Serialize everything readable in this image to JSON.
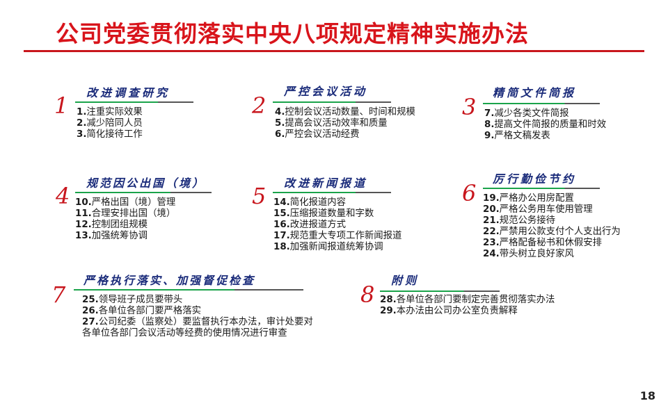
{
  "title": "公司党委贯彻落实中央八项规定精神实施办法",
  "page_number": "18",
  "colors": {
    "title": "#d8141b",
    "numeral": "#c8161d",
    "heading": "#1a2b7a",
    "rule_green": "#1aa34a"
  },
  "sections": [
    {
      "num": "1",
      "heading": "改进调查研究",
      "items": [
        {
          "n": "1.",
          "t": "注重实际效果"
        },
        {
          "n": "2.",
          "t": "减少陪同人员"
        },
        {
          "n": "3.",
          "t": "简化接待工作"
        }
      ]
    },
    {
      "num": "2",
      "heading": "严控会议活动",
      "items": [
        {
          "n": "4.",
          "t": "控制会议活动数量、时间和规模"
        },
        {
          "n": "5.",
          "t": "提高会议活动效率和质量"
        },
        {
          "n": "6.",
          "t": "严控会议活动经费"
        }
      ]
    },
    {
      "num": "3",
      "heading": "精简文件简报",
      "items": [
        {
          "n": "7.",
          "t": "减少各类文件简报"
        },
        {
          "n": "8.",
          "t": "提高文件简报的质量和时效"
        },
        {
          "n": "9.",
          "t": "严格文稿发表"
        }
      ]
    },
    {
      "num": "4",
      "heading": "规范因公出国（境）",
      "items": [
        {
          "n": "10.",
          "t": "严格出国（境）管理"
        },
        {
          "n": "11.",
          "t": "合理安排出国（境）"
        },
        {
          "n": "12.",
          "t": "控制团组规模"
        },
        {
          "n": "13.",
          "t": "加强统筹协调"
        }
      ]
    },
    {
      "num": "5",
      "heading": "改进新闻报道",
      "items": [
        {
          "n": "14.",
          "t": "简化报道内容"
        },
        {
          "n": "15.",
          "t": "压缩报道数量和字数"
        },
        {
          "n": "16.",
          "t": "改进报道方式"
        },
        {
          "n": "17.",
          "t": "规范重大专项工作新闻报道"
        },
        {
          "n": "18.",
          "t": "加强新闻报道统筹协调"
        }
      ]
    },
    {
      "num": "6",
      "heading": "厉行勤俭节约",
      "items": [
        {
          "n": "19.",
          "t": "严格办公用房配置"
        },
        {
          "n": "20.",
          "t": "严格公务用车使用管理"
        },
        {
          "n": "21.",
          "t": "规范公务接待"
        },
        {
          "n": "22.",
          "t": "严禁用公款支付个人支出行为"
        },
        {
          "n": "23.",
          "t": "严格配备秘书和休假安排"
        },
        {
          "n": "24.",
          "t": "带头树立良好家风"
        }
      ]
    },
    {
      "num": "7",
      "heading": "严格执行落实、加强督促检查",
      "items": [
        {
          "n": "25.",
          "t": "领导班子成员要带头"
        },
        {
          "n": "26.",
          "t": "各单位各部门要严格落实"
        },
        {
          "n": "27.",
          "t": "公司纪委（监察处）要监督执行本办法，审计处要对各单位各部门会议活动等经费的使用情况进行审查"
        }
      ]
    },
    {
      "num": "8",
      "heading": "附则",
      "items": [
        {
          "n": "28.",
          "t": "各单位各部门要制定完善贯彻落实办法"
        },
        {
          "n": "29.",
          "t": "本办法由公司办公室负责解释"
        }
      ]
    }
  ]
}
